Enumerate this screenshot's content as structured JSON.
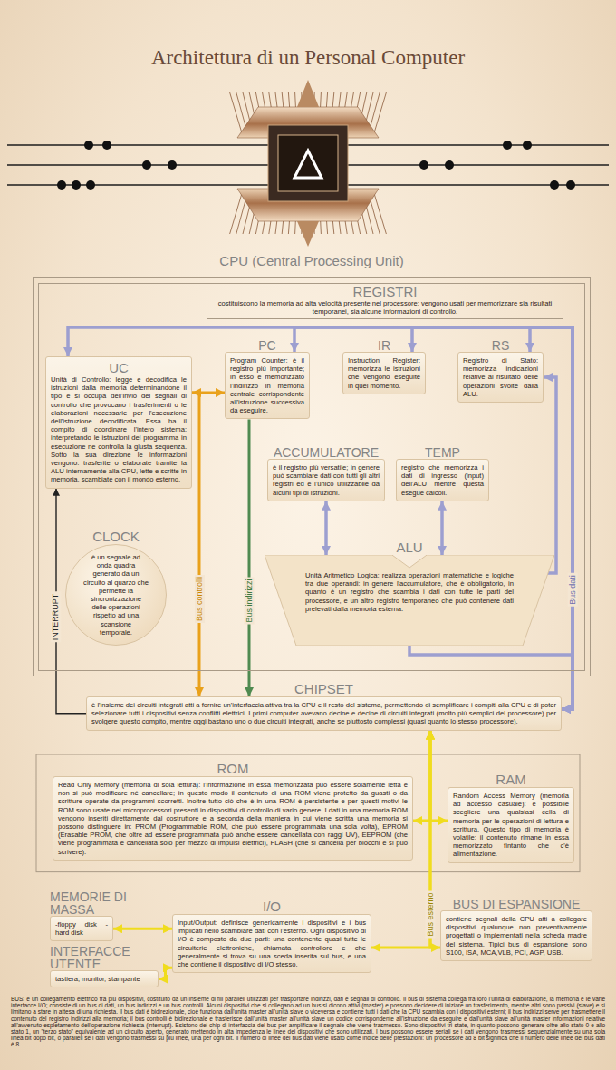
{
  "diagram": {
    "title": "Architettura di un Personal Computer",
    "nodes": [
      {
        "text": [
          "CPU (Central Processing Unit)"
        ]
      },
      {
        "text": [
          "REGISTRI",
          "costituiscono la memoria ad alta velocità presente nel processore; vengono usati per memorizzare sia risultati temporanei, sia alcune informazioni di controllo."
        ],
        "in": 0
      },
      {
        "text": [
          "UC",
          "Unità di Controllo: legge e decodifica le istruzioni dalla memoria determinandone il tipo e si occupa dell'invio dei segnali di controllo che provocano i trasferimenti o le elaborazioni necessarie per l'esecuzione dell'istruzione decodificata. Essa ha il compito di coordinare l'intero sistema: interpretando le istruzioni del programma in esecuzione ne controlla la giusta sequenza. Sotto la sua direzione le informazioni vengono: trasferite o elaborate tramite la ALU internamente alla CPU, lette e scritte in memoria, scambiate con il mondo esterno."
        ],
        "in": 0
      },
      {
        "text": [
          "PC",
          "Program Counter: è il registro più importante; in esso è memorizzato l'indirizzo in memoria centrale corrispondente all'istruzione successiva da eseguire."
        ],
        "in": 1
      },
      {
        "text": [
          "IR",
          "Instruction Register: memorizza le istruzioni che vengono eseguite in quel momento."
        ],
        "in": 1
      },
      {
        "text": [
          "RS",
          "Registro di Stato: memorizza indicazioni relative al risultato delle operazioni svolte dalla ALU."
        ],
        "in": 1
      },
      {
        "text": [
          "ACCUMULATORE",
          "è il registro più versatile; in genere può scambiare dati con tutti gli altri registri ed è l'unico utilizzabile da alcuni tipi di istruzioni."
        ],
        "in": 1
      },
      {
        "text": [
          "TEMP",
          "registro che memorizza i dati di ingresso (input) dell'ALU mentre questa esegue calcoli."
        ],
        "in": 1
      },
      {
        "text": [
          "CLOCK",
          "è un segnale ad onda quadra generato da un circuito al quarzo che permette la sincronizzazione delle operazioni rispetto ad una scansione temporale."
        ],
        "in": 0
      },
      {
        "text": [
          "ALU",
          "Unità Aritmetico Logica: realizza operazioni matematiche e logiche tra due operandi: in genere l'accumulatore, che è obbligatorio, in quanto è un registro che scambia i dati con tutte le parti del processore, e un altro registro temporaneo che può contenere dati prelevati dalla memoria esterna."
        ],
        "in": 0
      },
      {
        "text": [
          "CHIPSET",
          "è l'insieme dei circuiti integrati atti a fornire un'interfaccia attiva tra la CPU e il resto del sistema, permettendo di semplificare i compiti alla CPU e di poter selezionare tutti i dispositivi senza conflitti elettrici. I primi computer avevano decine e decine di circuiti integrati (molto più semplici del processore) per svolgere questo compito, mentre oggi bastano uno o due circuiti integrati, anche se piuttosto complessi (quasi quanto lo stesso processore)."
        ]
      },
      {
        "text": [
          "ROM",
          "Read Only Memory (memoria di sola lettura): l'informazione in essa memorizzata può essere solamente letta e non si può modificare né cancellare; in questo modo il contenuto di una ROM viene protetto da guasti o da scritture operate da programmi scorretti. Inoltre tutto ciò che è in una ROM è persistente e per questi motivi le ROM sono usate nei microprocessori presenti in dispositivi di controllo di vario genere. I dati in una memoria ROM vengono inseriti direttamente dal costruttore e a seconda della maniera in cui viene scritta una memoria si possono distinguere in: PROM (Programmable ROM, che può essere programmata una sola volta), EPROM (Erasable PROM, che oltre ad essere programmata può anche essere cancellata con raggi UV), EEPROM (che viene programmata e cancellata solo per mezzo di impulsi elettrici), FLASH (che si cancella per blocchi e si può scrivere)."
        ]
      },
      {
        "text": [
          "RAM",
          "Random Access Memory (memoria ad accesso casuale): è possibile scegliere una qualsiasi cella di memoria per le operazioni di lettura e scrittura. Questo tipo di memoria è volatile: il contenuto rimane in essa memorizzato fintanto che c'è alimentazione."
        ]
      },
      {
        "text": [
          "MEMORIE DI MASSA",
          "-floppy disk -hard disk"
        ]
      },
      {
        "text": [
          "I/O",
          "Input/Output: definisce genericamente i dispositivi e i bus implicati nello scambiare dati con l'esterno. Ogni dispositivo di I/O è composto da due parti: una contenente quasi tutte le circuiterie elettroniche, chiamata controllore e che generalmente si trova su una sceda inserita sul bus, e una che contiene il dispositivo di I/O stesso."
        ]
      },
      {
        "text": [
          "BUS DI ESPANSIONE",
          "contiene segnali della CPU atti a collegare dispositivi qualunque non preventivamente progettati o implementati nella scheda madre del sistema. Tipici bus di espansione sono S100, ISA, MCA,VLB, PCI, AGP, USB."
        ]
      },
      {
        "text": [
          "INTERFACCE UTENTE",
          "tastiera, monitor, stampante"
        ]
      }
    ],
    "edges": [
      {
        "from": 2,
        "to": 3,
        "arrow": "both"
      },
      {
        "from": 2,
        "to": 10,
        "arrow": "to",
        "label": "Bus controlli"
      },
      {
        "from": 3,
        "to": 10,
        "arrow": "to",
        "label": "Bus indirizzi"
      },
      {
        "from": 10,
        "to": 2,
        "arrow": "both",
        "label": "Bus dati"
      },
      {
        "from": 10,
        "to": 3,
        "arrow": "to"
      },
      {
        "from": 10,
        "to": 4,
        "arrow": "both"
      },
      {
        "from": 10,
        "to": 5,
        "arrow": "to"
      },
      {
        "from": 6,
        "to": 9,
        "arrow": "both"
      },
      {
        "from": 7,
        "to": 9,
        "arrow": "both"
      },
      {
        "from": 9,
        "to": 5,
        "arrow": "to"
      },
      {
        "from": 9,
        "to": 10,
        "arrow": "to"
      },
      {
        "from": 10,
        "to": 2,
        "arrow": "to",
        "label": "INTERRUPT"
      },
      {
        "from": 10,
        "to": 11,
        "arrow": "both"
      },
      {
        "from": 10,
        "to": 12,
        "arrow": "both"
      },
      {
        "from": 10,
        "to": 14,
        "arrow": "both"
      },
      {
        "from": 10,
        "to": 15,
        "arrow": "both",
        "label": "Bus esterno"
      },
      {
        "from": 14,
        "to": 13,
        "arrow": "both"
      },
      {
        "from": 14,
        "to": 16,
        "arrow": "both"
      }
    ],
    "labels": [
      "BUS: è un collegamento elettrico fra più dispositivi, costituito da un insieme di fili paralleli utilizzati per trasportare indirizzi, dati e segnali di controllo. Il bus di sistema collega fra loro l'unità di elaborazione, la memoria e le varie interfacce I/O; consiste di un bus di dati, un bus indirizzi e un bus controlli. Alcuni dispositivi che si collegano ad un bus si dicono attivi (master) e possono decidere di iniziare un trasferimento, mentre altri sono passivi (slave) e si limitano a stare in attesa di una richiesta. Il bus dati è bidirezionale, cioè funziona dall'unità master all'unità slave o viceversa e contiene tutti i dati che la CPU scambia con i dispositivi esterni; il bus indirizzi serve per trasmettere il contenuto del registro indirizzi alla memoria; il bus controlli è bidirezionale e trasferisce dall'unità master all'unità slave un codice corrispondente all'istruzione da eseguire e dall'unità slave all'unità master informazioni relative all'avvenuto espletamento dell'operazione richiesta (interrupt). Esistono dei chip di interfaccia del bus per amplificare il segnale che viene trasmesso. Sono dispositivi tri-state, in quanto possono generare oltre allo stato 0 e allo stato 1, un \"terzo stato\" equivalente ad un circuito aperto, generato mettendo in alta impedenza le linee dei dispositivi che sono utilizzati. I bus possono essere seriali se i dati vengono trasmessi sequenzialmente su una sola linea bit dopo bit, o paralleli se i dati vengono trasmessi su più linee, una per ogni bit. Il numero di linee del bus dati viene usato come indice delle prestazioni: un processore ad 8 bit significa che il numero delle linee del bus dati è 8."
    ]
  }
}
